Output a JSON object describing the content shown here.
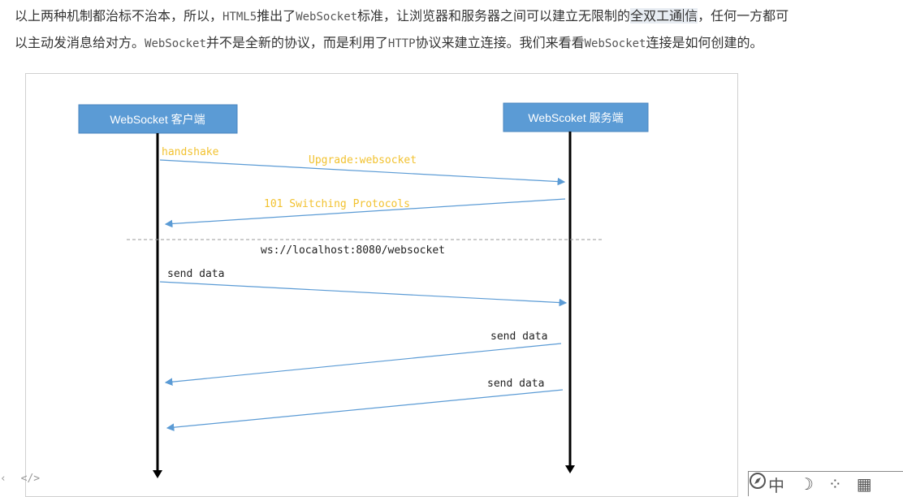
{
  "paragraph": {
    "line1_a": "以上两种机制都治标不治本，所以，",
    "line1_code1": "HTML5",
    "line1_b": "推出了",
    "line1_code2": "WebSocket",
    "line1_c": "标准，让浏览器和服务器之间可以建立无限制的",
    "line1_hl1": "全双工通",
    "line1_hl2": "信",
    "line1_d": "，任何一方都可",
    "line2_a": "以主动发消息给对方。",
    "line2_code1": "WebSocket",
    "line2_b": "并不是全新的协议，而是利用了",
    "line2_code2": "HTTP",
    "line2_c": "协议来建立连接。我们来看看",
    "line2_code3": "WebSocket",
    "line2_d": "连接是如何创建的。"
  },
  "diagram": {
    "client_label": "WebSocket 客户端",
    "server_label": "WebScoket 服务端",
    "handshake": "handshake",
    "upgrade": "Upgrade:websocket",
    "switching": "101 Switching Protocols",
    "ws_url": "ws://localhost:8080/websocket",
    "send1": "send data",
    "send2": "send data",
    "send3": "send data",
    "colors": {
      "box": "#5b9bd5",
      "arrow": "#5b9bd5",
      "yellow_text": "#f2c230"
    }
  },
  "footer": {
    "left_icon1": "‹",
    "left_icon2": "</>"
  }
}
